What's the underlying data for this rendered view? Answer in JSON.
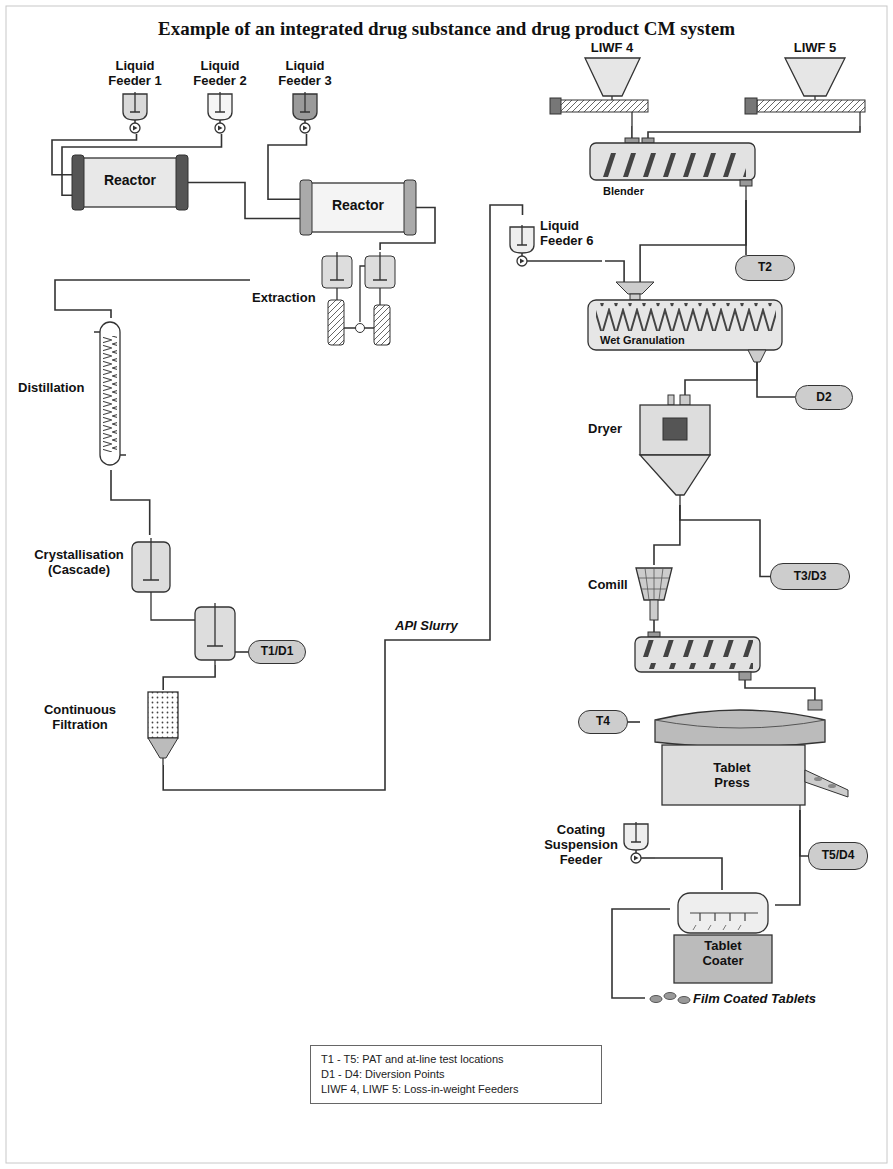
{
  "diagram": {
    "title": "Example of an integrated drug substance and drug product CM system",
    "nodes": [
      {
        "text": [
          "Liquid Feeder 1"
        ]
      },
      {
        "text": [
          "Liquid Feeder 2"
        ]
      },
      {
        "text": [
          "Liquid Feeder 3"
        ]
      },
      {
        "text": [
          "Reactor"
        ]
      },
      {
        "text": [
          "Reactor"
        ]
      },
      {
        "text": [
          "Extraction"
        ]
      },
      {
        "text": [
          "Distillation"
        ]
      },
      {
        "text": [
          "Crystallisation (Cascade)"
        ]
      },
      {
        "text": [
          "T1/D1"
        ]
      },
      {
        "text": [
          "Continuous Filtration"
        ]
      },
      {
        "text": [
          "LIWF 4"
        ]
      },
      {
        "text": [
          "LIWF 5"
        ]
      },
      {
        "text": [
          "Blender"
        ]
      },
      {
        "text": [
          "T2"
        ]
      },
      {
        "text": [
          "Liquid Feeder 6"
        ]
      },
      {
        "text": [
          "Wet Granulation"
        ]
      },
      {
        "text": [
          "D2"
        ]
      },
      {
        "text": [
          "Dryer"
        ]
      },
      {
        "text": [
          "T3/D3"
        ]
      },
      {
        "text": [
          "Comill"
        ]
      },
      {
        "text": [
          "Tablet Press"
        ]
      },
      {
        "text": [
          "T4"
        ]
      },
      {
        "text": [
          "T5/D4"
        ]
      },
      {
        "text": [
          "Coating Suspension Feeder"
        ]
      },
      {
        "text": [
          "Tablet Coater"
        ]
      },
      {
        "text": [
          "Film Coated Tablets"
        ]
      }
    ],
    "edges": [
      {
        "from": 0,
        "to": 3,
        "arrow": "none"
      },
      {
        "from": 1,
        "to": 3,
        "arrow": "none"
      },
      {
        "from": 3,
        "to": 4,
        "arrow": "none"
      },
      {
        "from": 2,
        "to": 4,
        "arrow": "none"
      },
      {
        "from": 4,
        "to": 5,
        "arrow": "none"
      },
      {
        "from": 5,
        "to": 6,
        "arrow": "none"
      },
      {
        "from": 6,
        "to": 7,
        "arrow": "none"
      },
      {
        "from": 7,
        "to": 8,
        "arrow": "none"
      },
      {
        "from": 7,
        "to": 9,
        "arrow": "none"
      },
      {
        "from": 9,
        "to": 14,
        "label": "API Slurry",
        "arrow": "none"
      },
      {
        "from": 10,
        "to": 12,
        "arrow": "none"
      },
      {
        "from": 11,
        "to": 12,
        "arrow": "none"
      },
      {
        "from": 12,
        "to": 13,
        "arrow": "none"
      },
      {
        "from": 12,
        "to": 15,
        "arrow": "none"
      },
      {
        "from": 14,
        "to": 15,
        "arrow": "none"
      },
      {
        "from": 15,
        "to": 16,
        "arrow": "none"
      },
      {
        "from": 15,
        "to": 17,
        "arrow": "none"
      },
      {
        "from": 17,
        "to": 18,
        "arrow": "none"
      },
      {
        "from": 17,
        "to": 19,
        "arrow": "none"
      },
      {
        "from": 19,
        "to": 20,
        "arrow": "none"
      },
      {
        "from": 20,
        "to": 21,
        "arrow": "none"
      },
      {
        "from": 20,
        "to": 22,
        "arrow": "none"
      },
      {
        "from": 20,
        "to": 24,
        "arrow": "none"
      },
      {
        "from": 23,
        "to": 24,
        "arrow": "none"
      },
      {
        "from": 24,
        "to": 25,
        "arrow": "none"
      }
    ],
    "labels": [
      "T1 - T5: PAT and at-line test locations",
      "D1 - D4: Diversion Points",
      "LIWF 4, LIWF 5: Loss-in-weight Feeders"
    ]
  }
}
